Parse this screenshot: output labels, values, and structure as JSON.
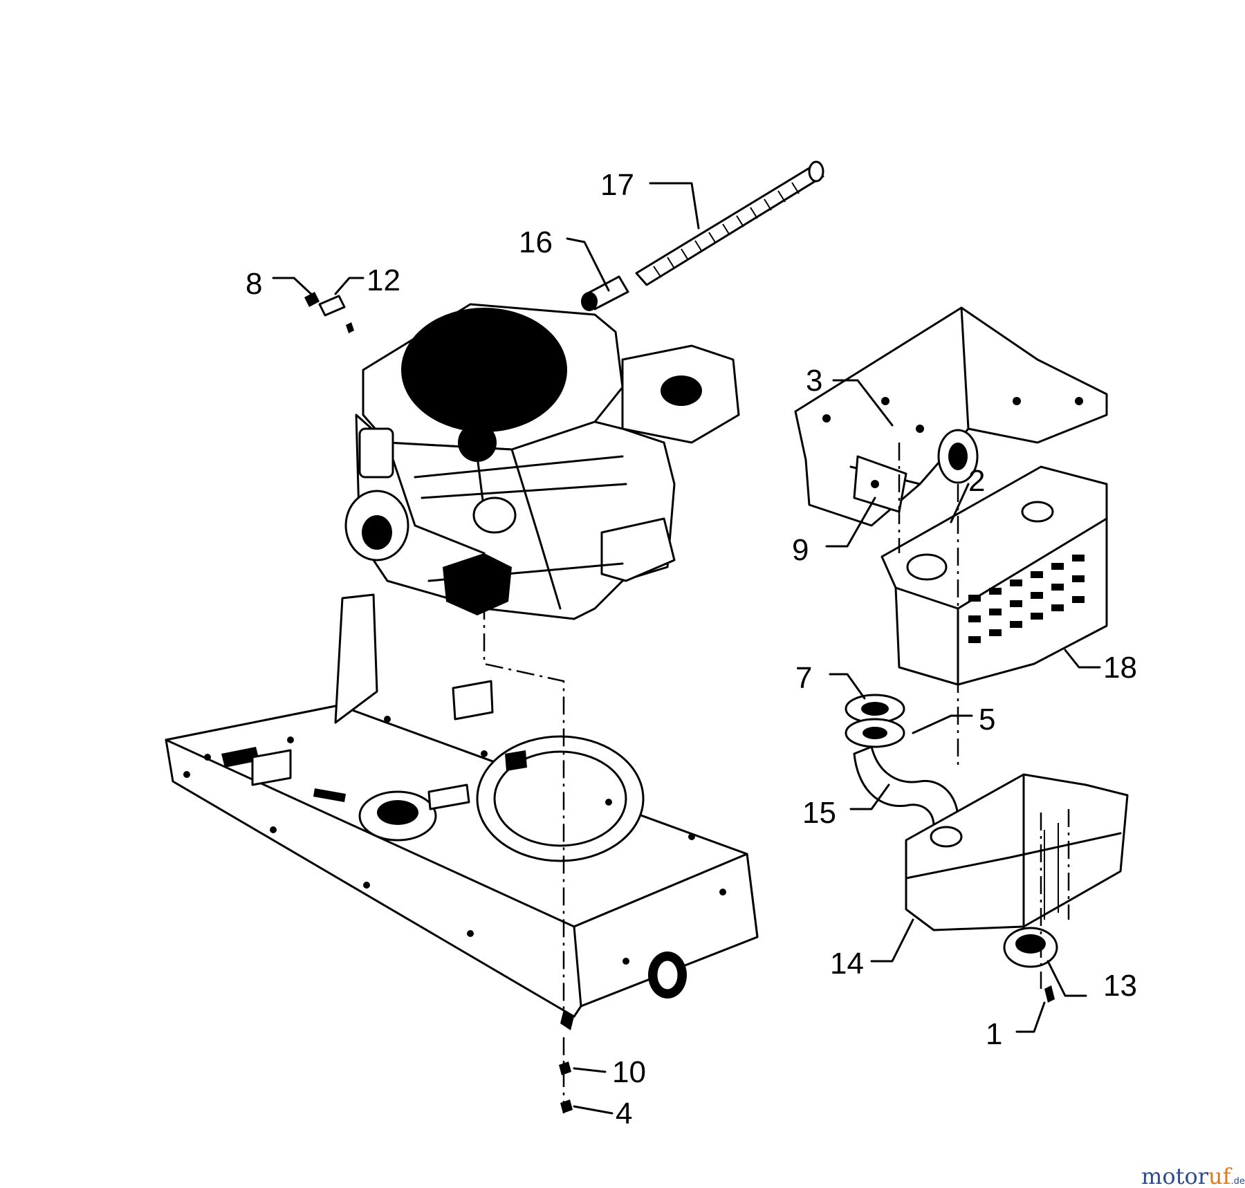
{
  "callouts": {
    "c1": "1",
    "c2": "2",
    "c3": "3",
    "c4": "4",
    "c5": "5",
    "c7": "7",
    "c8": "8",
    "c9": "9",
    "c10": "10",
    "c12": "12",
    "c13": "13",
    "c14": "14",
    "c15": "15",
    "c16": "16",
    "c17": "17",
    "c18": "18"
  },
  "watermark": {
    "part_a": "motor",
    "part_b": "uf",
    "suffix": ".de"
  }
}
